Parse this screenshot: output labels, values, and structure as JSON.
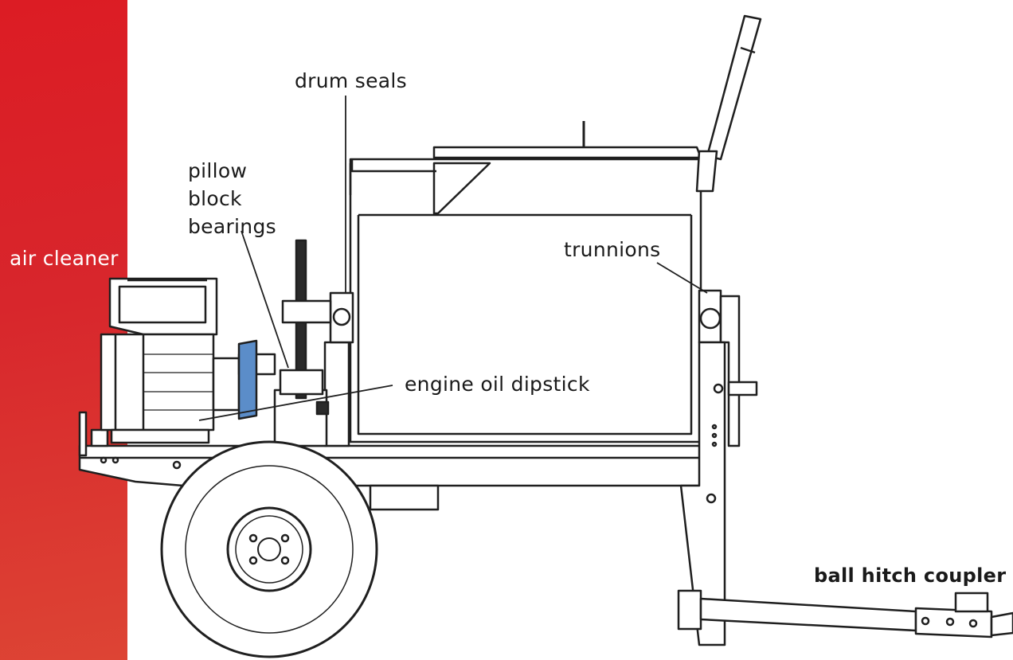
{
  "labels": {
    "air_cleaner": "air cleaner",
    "drum_seals": "drum seals",
    "pillow_block_bearings": [
      "pillow",
      "block",
      "bearings"
    ],
    "trunnions": "trunnions",
    "engine_oil_dipstick": "engine oil dipstick",
    "ball_hitch_coupler": "ball hitch coupler"
  },
  "colors": {
    "band": "#d8262c",
    "drawing": "#1f1f1f",
    "belt": "#5b8dc9",
    "label_light": "#ffffff",
    "label_dark": "#1a1a1a"
  }
}
